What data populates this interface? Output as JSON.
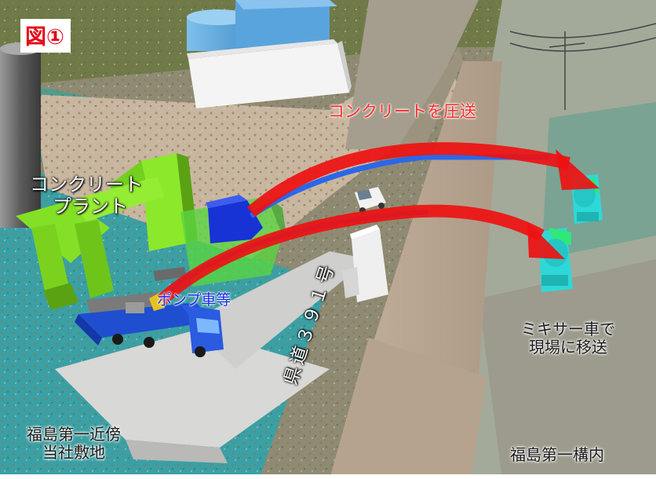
{
  "figure_label": "図①",
  "labels": {
    "concrete_transfer": "コンクリートを圧送",
    "concrete_plant_line1": "コンクリート",
    "concrete_plant_line2": "プラント",
    "pump_truck": "ポンプ車等",
    "prefectural_road": "県道３９１号",
    "mixer_truck_line1": "ミキサー車で",
    "mixer_truck_line2": "現場に移送",
    "company_site_line1": "福島第一近傍",
    "company_site_line2": "当社敷地",
    "plant_premises": "福島第一構内"
  },
  "colors": {
    "arrow_red": "#ee1111",
    "plant_green": "#7ae01e",
    "pump_blue": "#1f4fd0",
    "mixer_cyan": "#2fd8d8",
    "road": "#b9a590",
    "ground_teal": "#3aa0a6",
    "label_red": "#e60012",
    "label_blue": "#1a2ee6"
  },
  "icons": [
    "mixer-truck-icon",
    "pump-truck-icon",
    "concrete-plant-icon",
    "car-icon"
  ]
}
